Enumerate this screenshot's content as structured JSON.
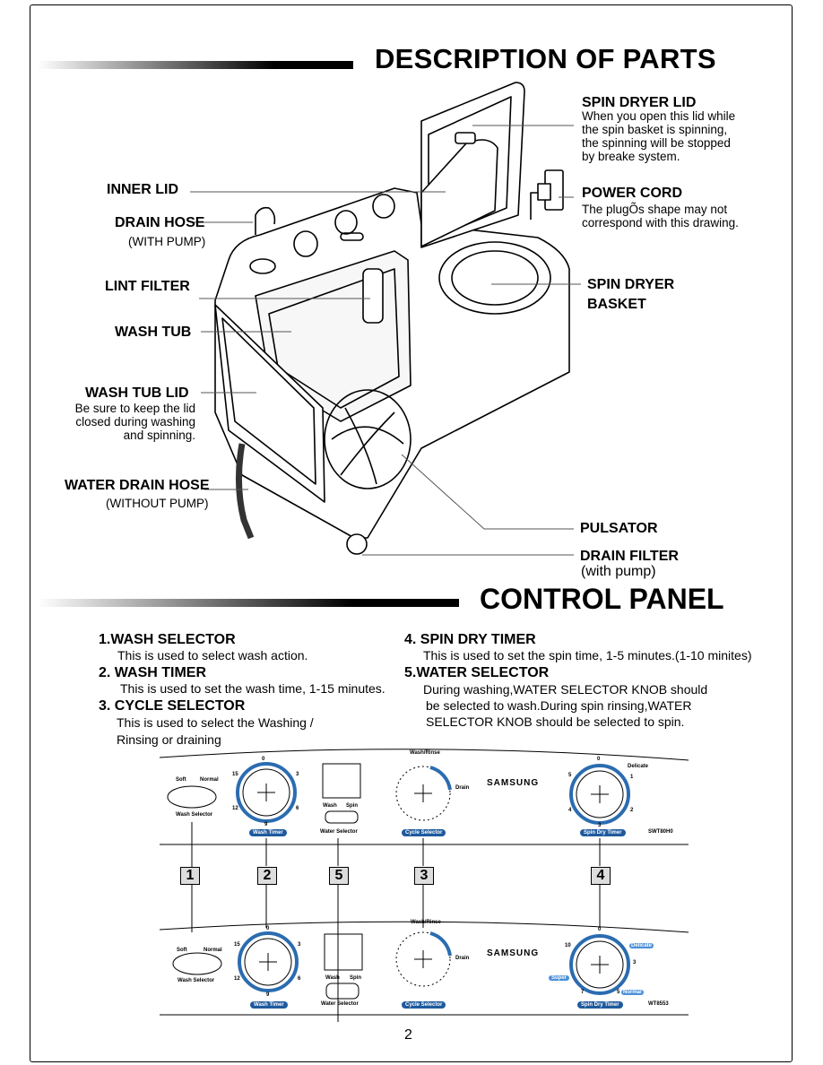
{
  "headings": {
    "parts": "DESCRIPTION OF PARTS",
    "control": "CONTROL PANEL"
  },
  "parts": {
    "spin_dryer_lid": {
      "label": "SPIN DRYER LID",
      "desc": [
        "When you open this lid while",
        "the spin basket is spinning,",
        "the spinning will be stopped",
        "by breake system."
      ]
    },
    "inner_lid": {
      "label": "INNER LID"
    },
    "drain_hose": {
      "label": "DRAIN HOSE",
      "sub": "(WITH PUMP)"
    },
    "power_cord": {
      "label": "POWER CORD",
      "desc": [
        "The plugÕs shape may not",
        "correspond with this drawing."
      ]
    },
    "lint_filter": {
      "label": "LINT FILTER"
    },
    "spin_dryer_basket": {
      "label1": "SPIN DRYER",
      "label2": "BASKET"
    },
    "wash_tub": {
      "label": "WASH TUB"
    },
    "wash_tub_lid": {
      "label": "WASH TUB LID",
      "desc": [
        "Be sure to keep the lid",
        "closed during washing",
        "and spinning."
      ]
    },
    "water_drain_hose": {
      "label": "WATER DRAIN HOSE",
      "sub": "(WITHOUT PUMP)"
    },
    "pulsator": {
      "label": "PULSATOR"
    },
    "drain_filter": {
      "label": "DRAIN FILTER",
      "sub": "(with pump)"
    }
  },
  "controls": [
    {
      "num": "1.",
      "title": "WASH SELECTOR",
      "desc": [
        "This is used to select wash action."
      ]
    },
    {
      "num": "2.",
      "title": "WASH TIMER",
      "desc": [
        "This is used to set the wash time, 1-15 minutes."
      ]
    },
    {
      "num": "3.",
      "title": "CYCLE SELECTOR",
      "desc": [
        "This is used to select the Washing /",
        "Rinsing or draining"
      ]
    },
    {
      "num": "4.",
      "title": "SPIN DRY TIMER",
      "desc": [
        "This is used to set the spin time, 1-5 minutes.(1-10 minites)"
      ]
    },
    {
      "num": "5.",
      "title": "WATER SELECTOR",
      "desc": [
        "During washing,WATER SELECTOR KNOB should",
        "be selected to wash.During spin rinsing,WATER",
        "SELECTOR KNOB should be selected to spin."
      ]
    }
  ],
  "panel_top": {
    "soft": "Soft",
    "normal": "Normal",
    "wash_selector": "Wash Selector",
    "wt_0": "0",
    "wt_15": "15",
    "wt_3": "3",
    "wt_12": "12",
    "wt_6": "6",
    "wt_9": "9",
    "wash_timer": "Wash Timer",
    "wash": "Wash",
    "spin": "Spin",
    "water_selector": "Water Selector",
    "wash_rinse": "Wash/Rinse",
    "drain": "Drain",
    "cycle_selector": "Cycle Selector",
    "brand": "SAMSUNG",
    "sd_0": "0",
    "sd_delicate": "Delicate",
    "sd_5": "5",
    "sd_1": "1",
    "sd_4": "4",
    "sd_2": "2",
    "sd_3": "3",
    "spin_dry_timer": "Spin Dry Timer",
    "model": "SWT80H0"
  },
  "panel_bottom": {
    "soft": "Soft",
    "normal": "Normal",
    "wash_selector": "Wash Selector",
    "wt_0": "0",
    "wt_15": "15",
    "wt_3": "3",
    "wt_12": "12",
    "wt_6": "6",
    "wt_9": "9",
    "wash_timer": "Wash Timer",
    "wash": "Wash",
    "spin": "Spin",
    "water_selector": "Water Selector",
    "wash_rinse": "Wash/Rinse",
    "drain": "Drain",
    "cycle_selector": "Cycle Selector",
    "brand": "SAMSUNG",
    "sd_0": "0",
    "sd_10": "10",
    "sd_3": "3",
    "sd_7": "7",
    "sd_5": "5",
    "delicate": "Delicate",
    "super": "Super",
    "normal_badge": "Normal",
    "spin_dry_timer": "Spin Dry Timer",
    "model": "WT8553"
  },
  "callouts": [
    "1",
    "2",
    "5",
    "3",
    "4"
  ],
  "page_number": "2",
  "colors": {
    "accent": "#1f5a9e",
    "knob_ring": "#2b6cb0",
    "line": "#555555"
  }
}
